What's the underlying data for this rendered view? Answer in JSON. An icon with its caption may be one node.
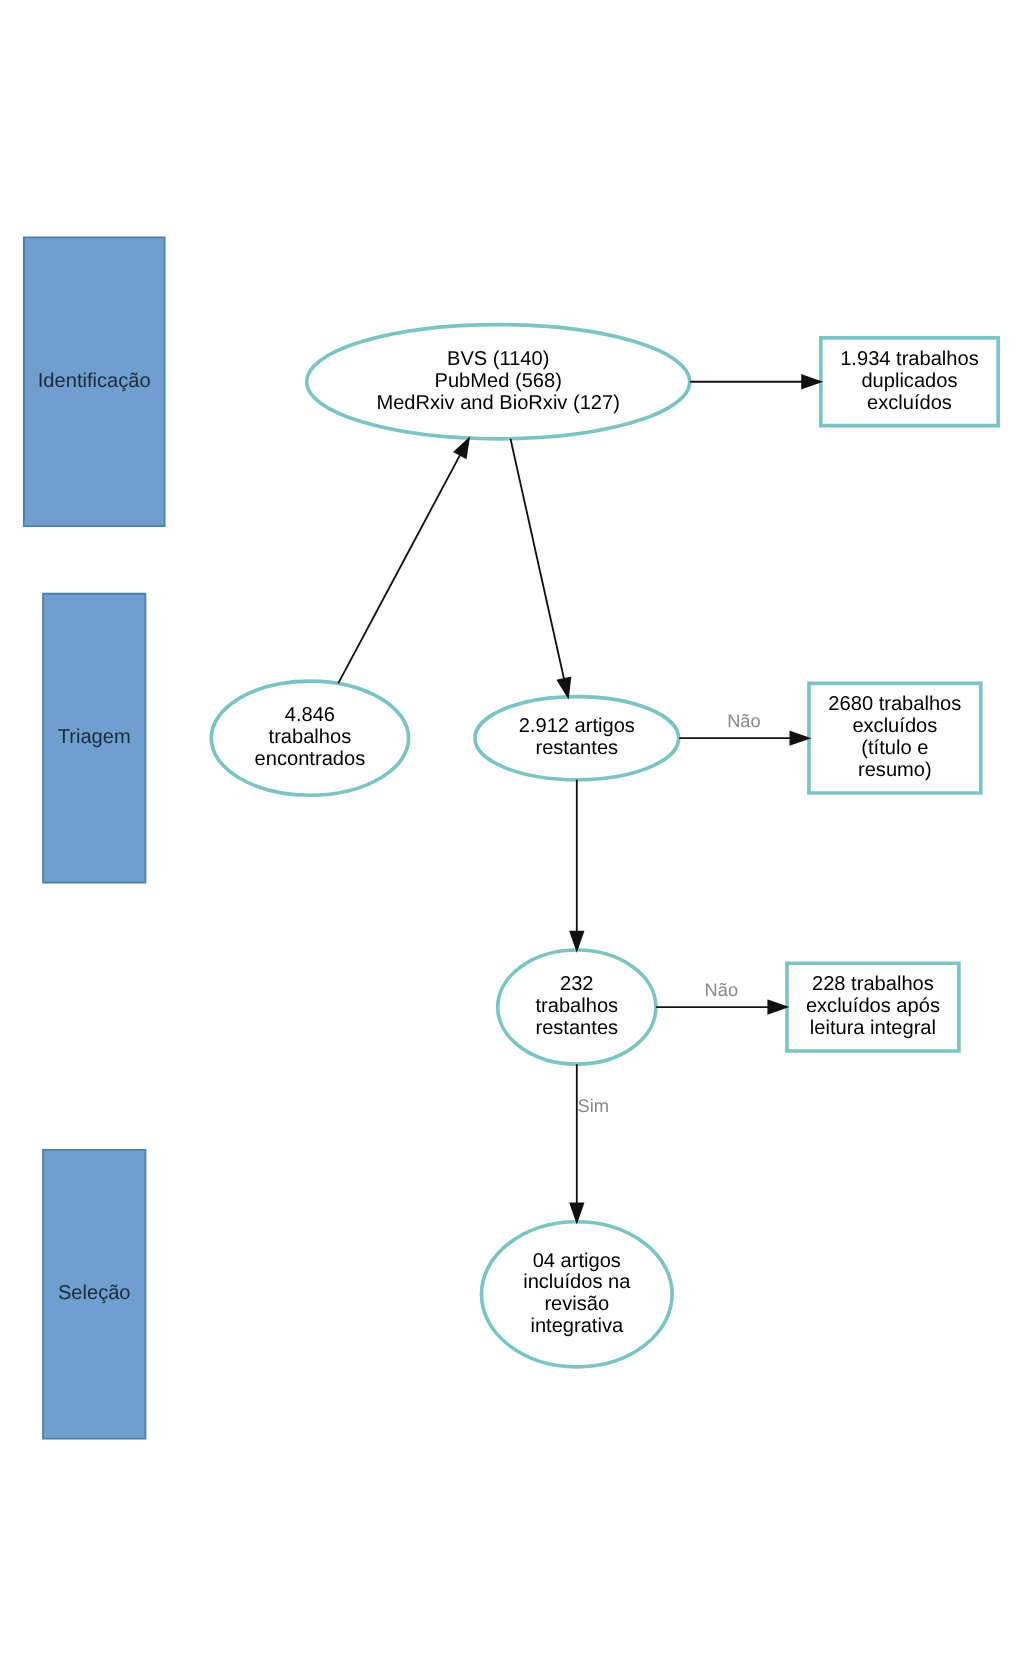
{
  "diagram": {
    "nodes": [
      {
        "text": [
          "Identificação"
        ]
      },
      {
        "text": [
          "Triagem"
        ]
      },
      {
        "text": [
          "Seleção"
        ]
      },
      {
        "text": [
          "4.846 trabalhos encontrados"
        ]
      },
      {
        "text": [
          "BVS (1140)",
          "PubMed (568)",
          "MedRxiv and BioRxiv (127)"
        ]
      },
      {
        "text": [
          "1.934 trabalhos duplicados excluídos"
        ]
      },
      {
        "text": [
          "2680 trabalhos excluídos (título e resumo)"
        ]
      },
      {
        "text": [
          "2.912 artigos restantes"
        ]
      },
      {
        "text": [
          "228 trabalhos excluídos após leitura integral"
        ]
      },
      {
        "text": [
          "232 trabalhos restantes"
        ]
      },
      {
        "text": [
          "04 artigos incluídos na revisão integrativa"
        ]
      }
    ],
    "edges": [
      {
        "from": 3,
        "to": 4,
        "arrow": "to"
      },
      {
        "from": 4,
        "to": 5,
        "arrow": "to"
      },
      {
        "from": 4,
        "to": 7,
        "arrow": "to"
      },
      {
        "from": 7,
        "to": 6,
        "arrow": "to",
        "label": "Não"
      },
      {
        "from": 7,
        "to": 9,
        "arrow": "to"
      },
      {
        "from": 9,
        "to": 8,
        "arrow": "to",
        "label": "Não"
      },
      {
        "from": 9,
        "to": 10,
        "arrow": "to",
        "label": "Sim"
      }
    ]
  }
}
